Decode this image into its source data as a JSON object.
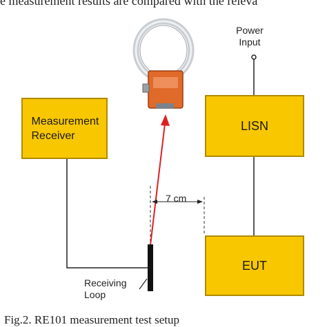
{
  "caption_top": "e measurement results are compared with the releva",
  "caption_bottom": "Fig.2. RE101 measurement test setup",
  "boxes": {
    "receiver": "Measurement Receiver",
    "lisn": "LISN",
    "eut": "EUT"
  },
  "labels": {
    "power_input": "Power Input",
    "distance": "7 cm",
    "receiving_loop": "Receiving Loop"
  },
  "colors": {
    "box_fill": "#f8c700",
    "box_border": "#b08a00",
    "signal_line": "#e02020",
    "loop_rod": "#111111",
    "probe_body": "#e06a2a"
  },
  "icons": {
    "probe": "loop-antenna-probe-icon"
  }
}
